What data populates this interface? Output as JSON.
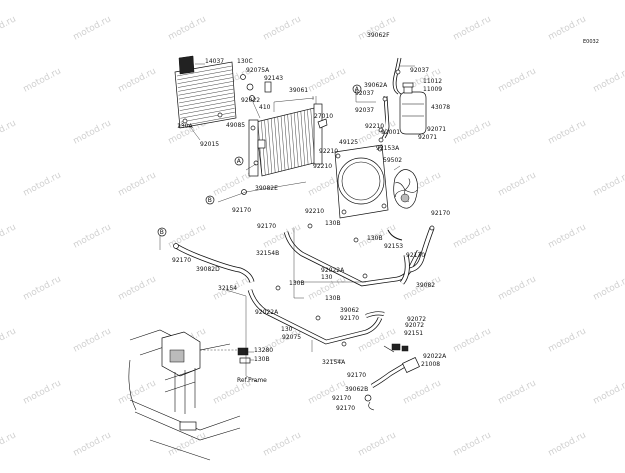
{
  "diagram": {
    "code": "E0032",
    "watermark_text": "motod.ru",
    "ref_frame_label": "Ref.Frame",
    "callout_letters": [
      "A",
      "B"
    ],
    "part_labels": [
      "14037",
      "130C",
      "92075A",
      "92143",
      "92022",
      "410",
      "39061",
      "49085",
      "130A",
      "92015",
      "27010",
      "39062F",
      "92037",
      "11012",
      "11009",
      "43078",
      "39062A",
      "92037",
      "92037",
      "92210",
      "92001",
      "92071",
      "92071",
      "92153A",
      "92210",
      "49125",
      "59502",
      "92210",
      "92210",
      "39082E",
      "92170",
      "92170",
      "130B",
      "130B",
      "32154B",
      "92022A",
      "130",
      "92153",
      "92170",
      "39082",
      "92170",
      "39082D",
      "92170",
      "130B",
      "130B",
      "39062",
      "92170",
      "92072",
      "92072",
      "32154",
      "92022A",
      "130",
      "92075",
      "92151",
      "92022A",
      "21008",
      "13280",
      "130B",
      "32154A",
      "92170",
      "39062B",
      "92170",
      "92170"
    ]
  }
}
